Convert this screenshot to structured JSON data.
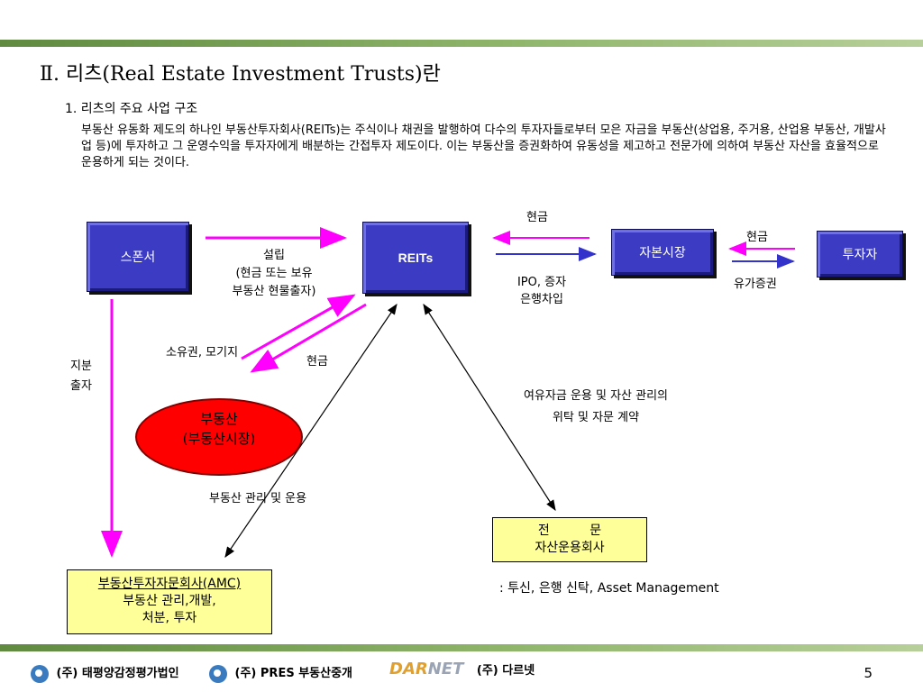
{
  "title": "Ⅱ. 리츠(Real Estate Investment Trusts)란",
  "subtitle": "1. 리츠의 주요 사업 구조",
  "paragraph": "부동산 유동화 제도의 하나인 부동산투자회사(REITs)는 주식이나 채권을 발행하여 다수의 투자자들로부터 모은 자금을 부동산(상업용, 주거용, 산업용 부동산, 개발사업 등)에 투자하고 그 운영수익을 투자자에게 배분하는 간접투자 제도이다. 이는 부동산을 증권화하여 유동성을 제고하고 전문가에 의하여 부동산 자산을 효율적으로 운용하게 되는 것이다.",
  "nodes": {
    "sponsor": "스폰서",
    "reits": "REITs",
    "capital_market": "자본시장",
    "investor": "투자자",
    "real_estate_line1": "부동산",
    "real_estate_line2": "(부동산시장)",
    "amc_line1": "부동산투자자문회사(AMC)",
    "amc_line2": "부동산 관리,개발,",
    "amc_line3": "처분, 투자",
    "expert_line1": "전          문",
    "expert_line2": "자산운용회사"
  },
  "labels": {
    "establish_line1": "설립",
    "establish_line2": "(현금 또는 보유",
    "establish_line3": "부동산 현물출자)",
    "cash_top": "현금",
    "ipo_line1": "IPO, 증자",
    "ipo_line2": "은행차입",
    "cash_right": "현금",
    "securities": "유가증권",
    "equity_line1": "지분",
    "equity_line2": "출자",
    "ownership": "소유권, 모기지",
    "cash_mid": "현금",
    "management": "부동산 관리 및 운용",
    "trust_line1": "여유자금 운용 및 자산 관리의",
    "trust_line2": "위탁 및 자문 계약",
    "expert_note": ": 투신, 은행 신탁, Asset Management"
  },
  "footer": {
    "company1": "(주) 태평양감정평가법인",
    "company2": "(주) PRES 부동산중개",
    "darnet_a": "DAR",
    "darnet_b": "NET",
    "company3": "(주) 다르넷",
    "page": "5"
  },
  "colors": {
    "magenta": "#ff00ff",
    "blue": "#3333cc",
    "box": "#3b3bc4",
    "yellow": "#ffff99",
    "red": "#ff0000"
  }
}
